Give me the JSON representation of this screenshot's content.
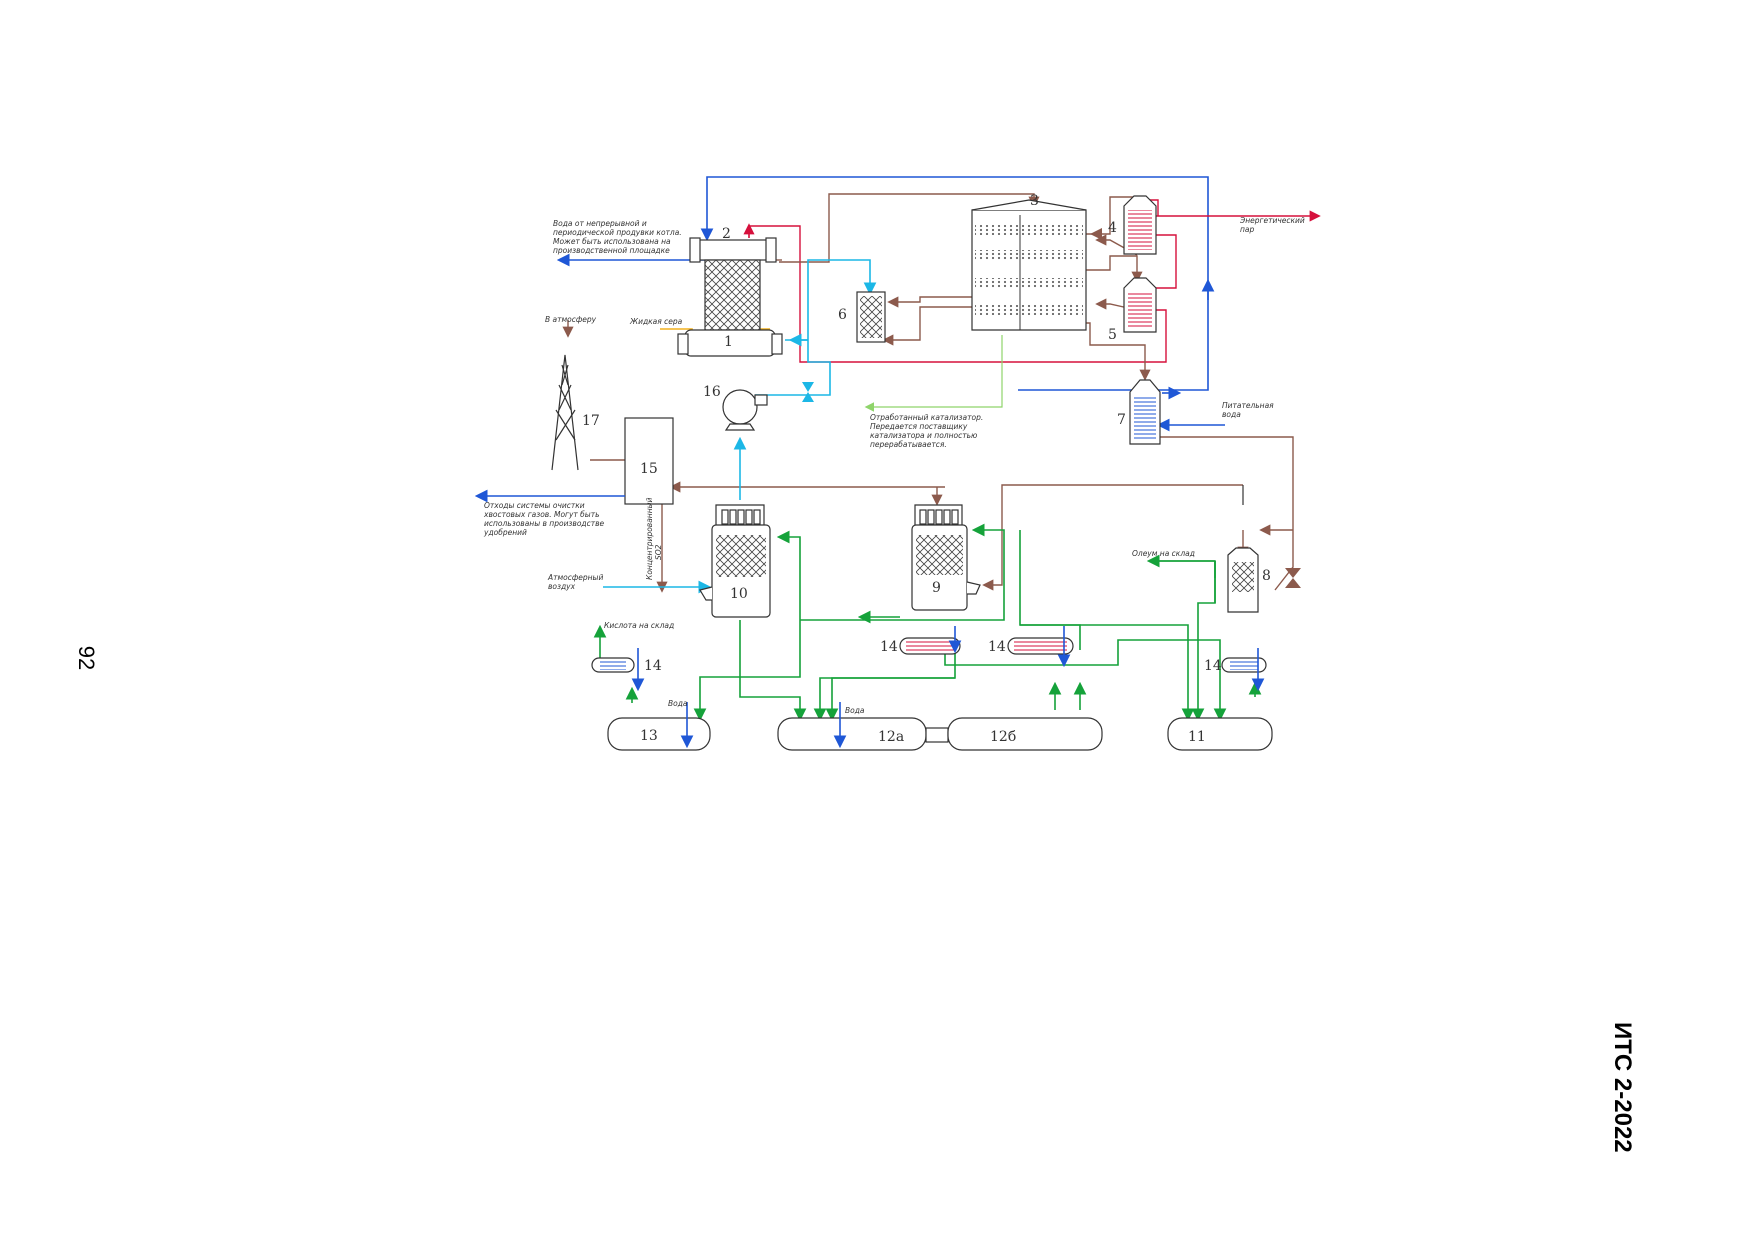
{
  "page": {
    "number": "92",
    "doc_code": "ИТС 2-2022"
  },
  "equipment_labels": {
    "e1": "1",
    "e2": "2",
    "e3": "3",
    "e4": "4",
    "e5": "5",
    "e6": "6",
    "e7": "7",
    "e8": "8",
    "e9": "9",
    "e10": "10",
    "e11": "11",
    "e12a": "12а",
    "e12b": "12б",
    "e13": "13",
    "e14a": "14",
    "e14b": "14",
    "e14c": "14",
    "e14d": "14",
    "e15": "15",
    "e16": "16",
    "e17": "17"
  },
  "notes": {
    "blowdown": [
      "Вода от непрерывной и",
      "периодической продувки котла.",
      "Может быть использована на",
      "производственной площадке"
    ],
    "liquid_sulfur": "Жидкая сера",
    "to_atmosphere": "В атмосферу",
    "steam": [
      "Энергетический",
      "пар"
    ],
    "feed_water": [
      "Питательная",
      "вода"
    ],
    "catalyst": [
      "Отработанный катализатор.",
      "Передается поставщику",
      "катализатора и полностью",
      "перерабатывается."
    ],
    "tailgas": [
      "Отходы системы очистки",
      "хвостовых газов. Могут быть",
      "использованы в производстве",
      "удобрений"
    ],
    "conc_so2": [
      "Концентрированный",
      "SO2"
    ],
    "air": [
      "Атмосферный",
      "воздух"
    ],
    "oleum": "Олеум на склад",
    "acid": "Кислота на склад",
    "water1": "Вода",
    "water2": "Вода"
  },
  "colors": {
    "water": "#1f57d6",
    "steam": "#d6103c",
    "gas": "#8c5a4c",
    "acid": "#15a23a",
    "air": "#1cb7e6",
    "catalyst": "#8fd46b",
    "sulfur": "#f2b01e"
  }
}
